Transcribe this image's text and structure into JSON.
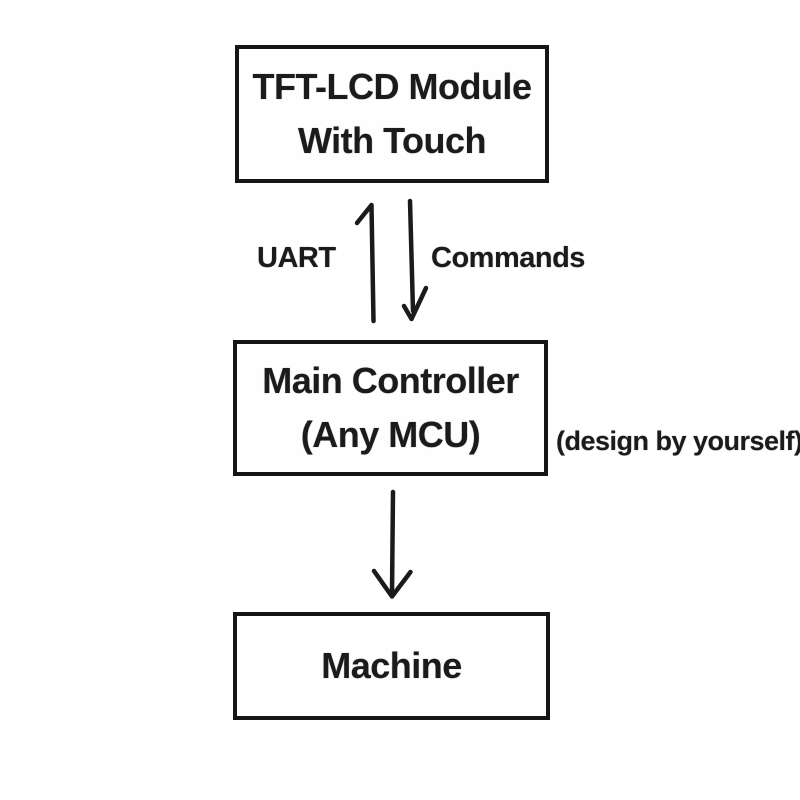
{
  "diagram": {
    "nodes": {
      "tft": {
        "line1": "TFT-LCD Module",
        "line2": "With Touch"
      },
      "mcu": {
        "line1": "Main Controller",
        "line2": "(Any MCU)"
      },
      "machine": {
        "line1": "Machine"
      }
    },
    "labels": {
      "uart": "UART",
      "commands": "Commands",
      "annotation": "(design by yourself)"
    },
    "colors": {
      "background": "#ffffff",
      "ink": "#1b1b1b",
      "border": "#161616"
    }
  }
}
